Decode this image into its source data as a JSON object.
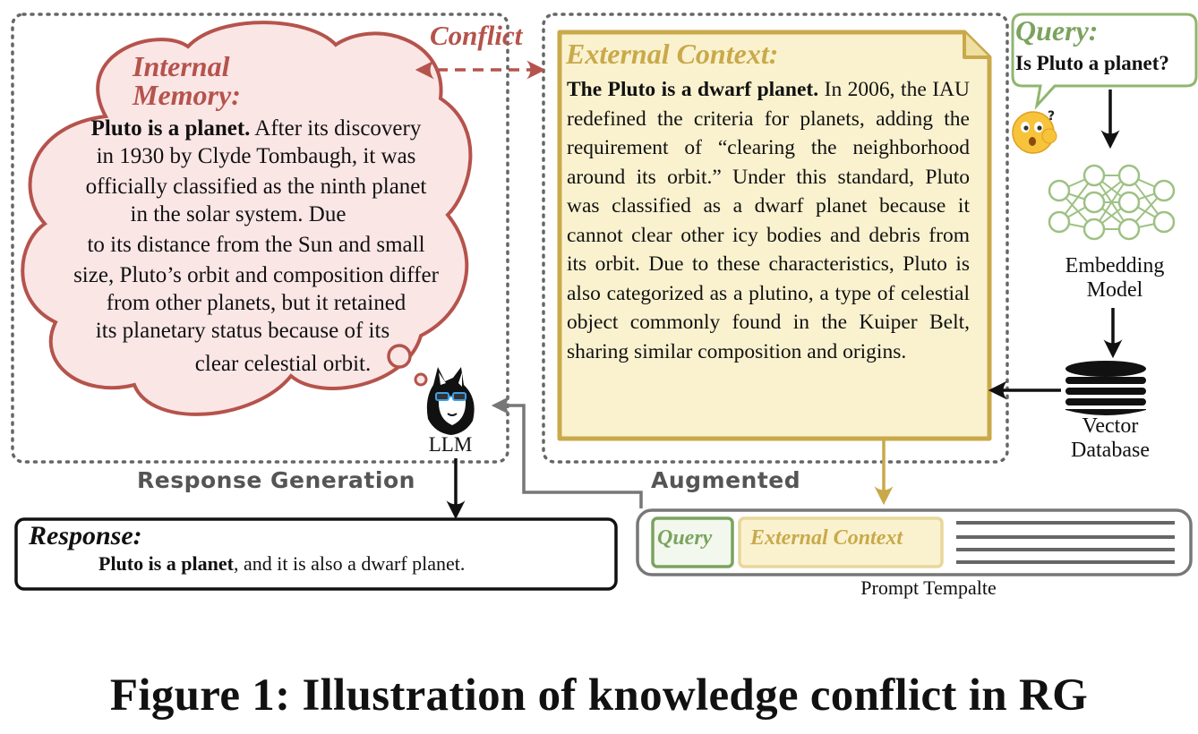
{
  "conflict_label": "Conflict",
  "internal_memory": {
    "title_line1": "Internal",
    "title_line2": "Memory:",
    "lead": "Pluto is a planet.",
    "body_line1": " After its discovery",
    "lines": [
      "in 1930 by Clyde Tombaugh, it was",
      "officially classified as the ninth planet",
      "in   the solar system. Due",
      "to its distance from the Sun and small",
      "size, Pluto’s orbit and composition differ",
      "from other planets, but it retained",
      "its planetary status because of its",
      "clear celestial  orbit."
    ]
  },
  "external_context": {
    "title": "External Context:",
    "lead": "The Pluto is a dwarf planet.",
    "body": " In 2006, the IAU redefined the criteria for planets, adding the requirement of “clearing the neighborhood around its orbit.” Under this standard, Pluto was classified as a dwarf planet because it cannot clear other icy bodies and debris from its orbit. Due to these characteristics, Pluto is also categorized as a plutino, a type of celestial object commonly found in the Kuiper Belt, sharing similar composition and origins."
  },
  "query": {
    "title": "Query:",
    "text": "Is Pluto a planet?"
  },
  "embedding_model": {
    "line1": "Embedding",
    "line2": "Model"
  },
  "vector_database": {
    "line1": "Vector",
    "line2": "Database"
  },
  "llm_label": "LLM",
  "response_generation_label": "Response Generation",
  "augmented_label": "Augmented",
  "response": {
    "title": "Response:",
    "lead": "Pluto is a planet",
    "rest": ", and  it is also a dwarf planet."
  },
  "prompt_template": {
    "query": "Query",
    "external_context": "External Context",
    "label": "Prompt Tempalte"
  },
  "caption": "Figure 1: Illustration of knowledge conflict in RG",
  "colors": {
    "memory_red": "#b5534c",
    "memory_fill": "#fbe6e6",
    "context_gold": "#c9a94a",
    "context_fill": "#faf2cf",
    "query_green": "#7ba35f",
    "network_green": "#9dc183",
    "dotted_gray": "#666666"
  }
}
